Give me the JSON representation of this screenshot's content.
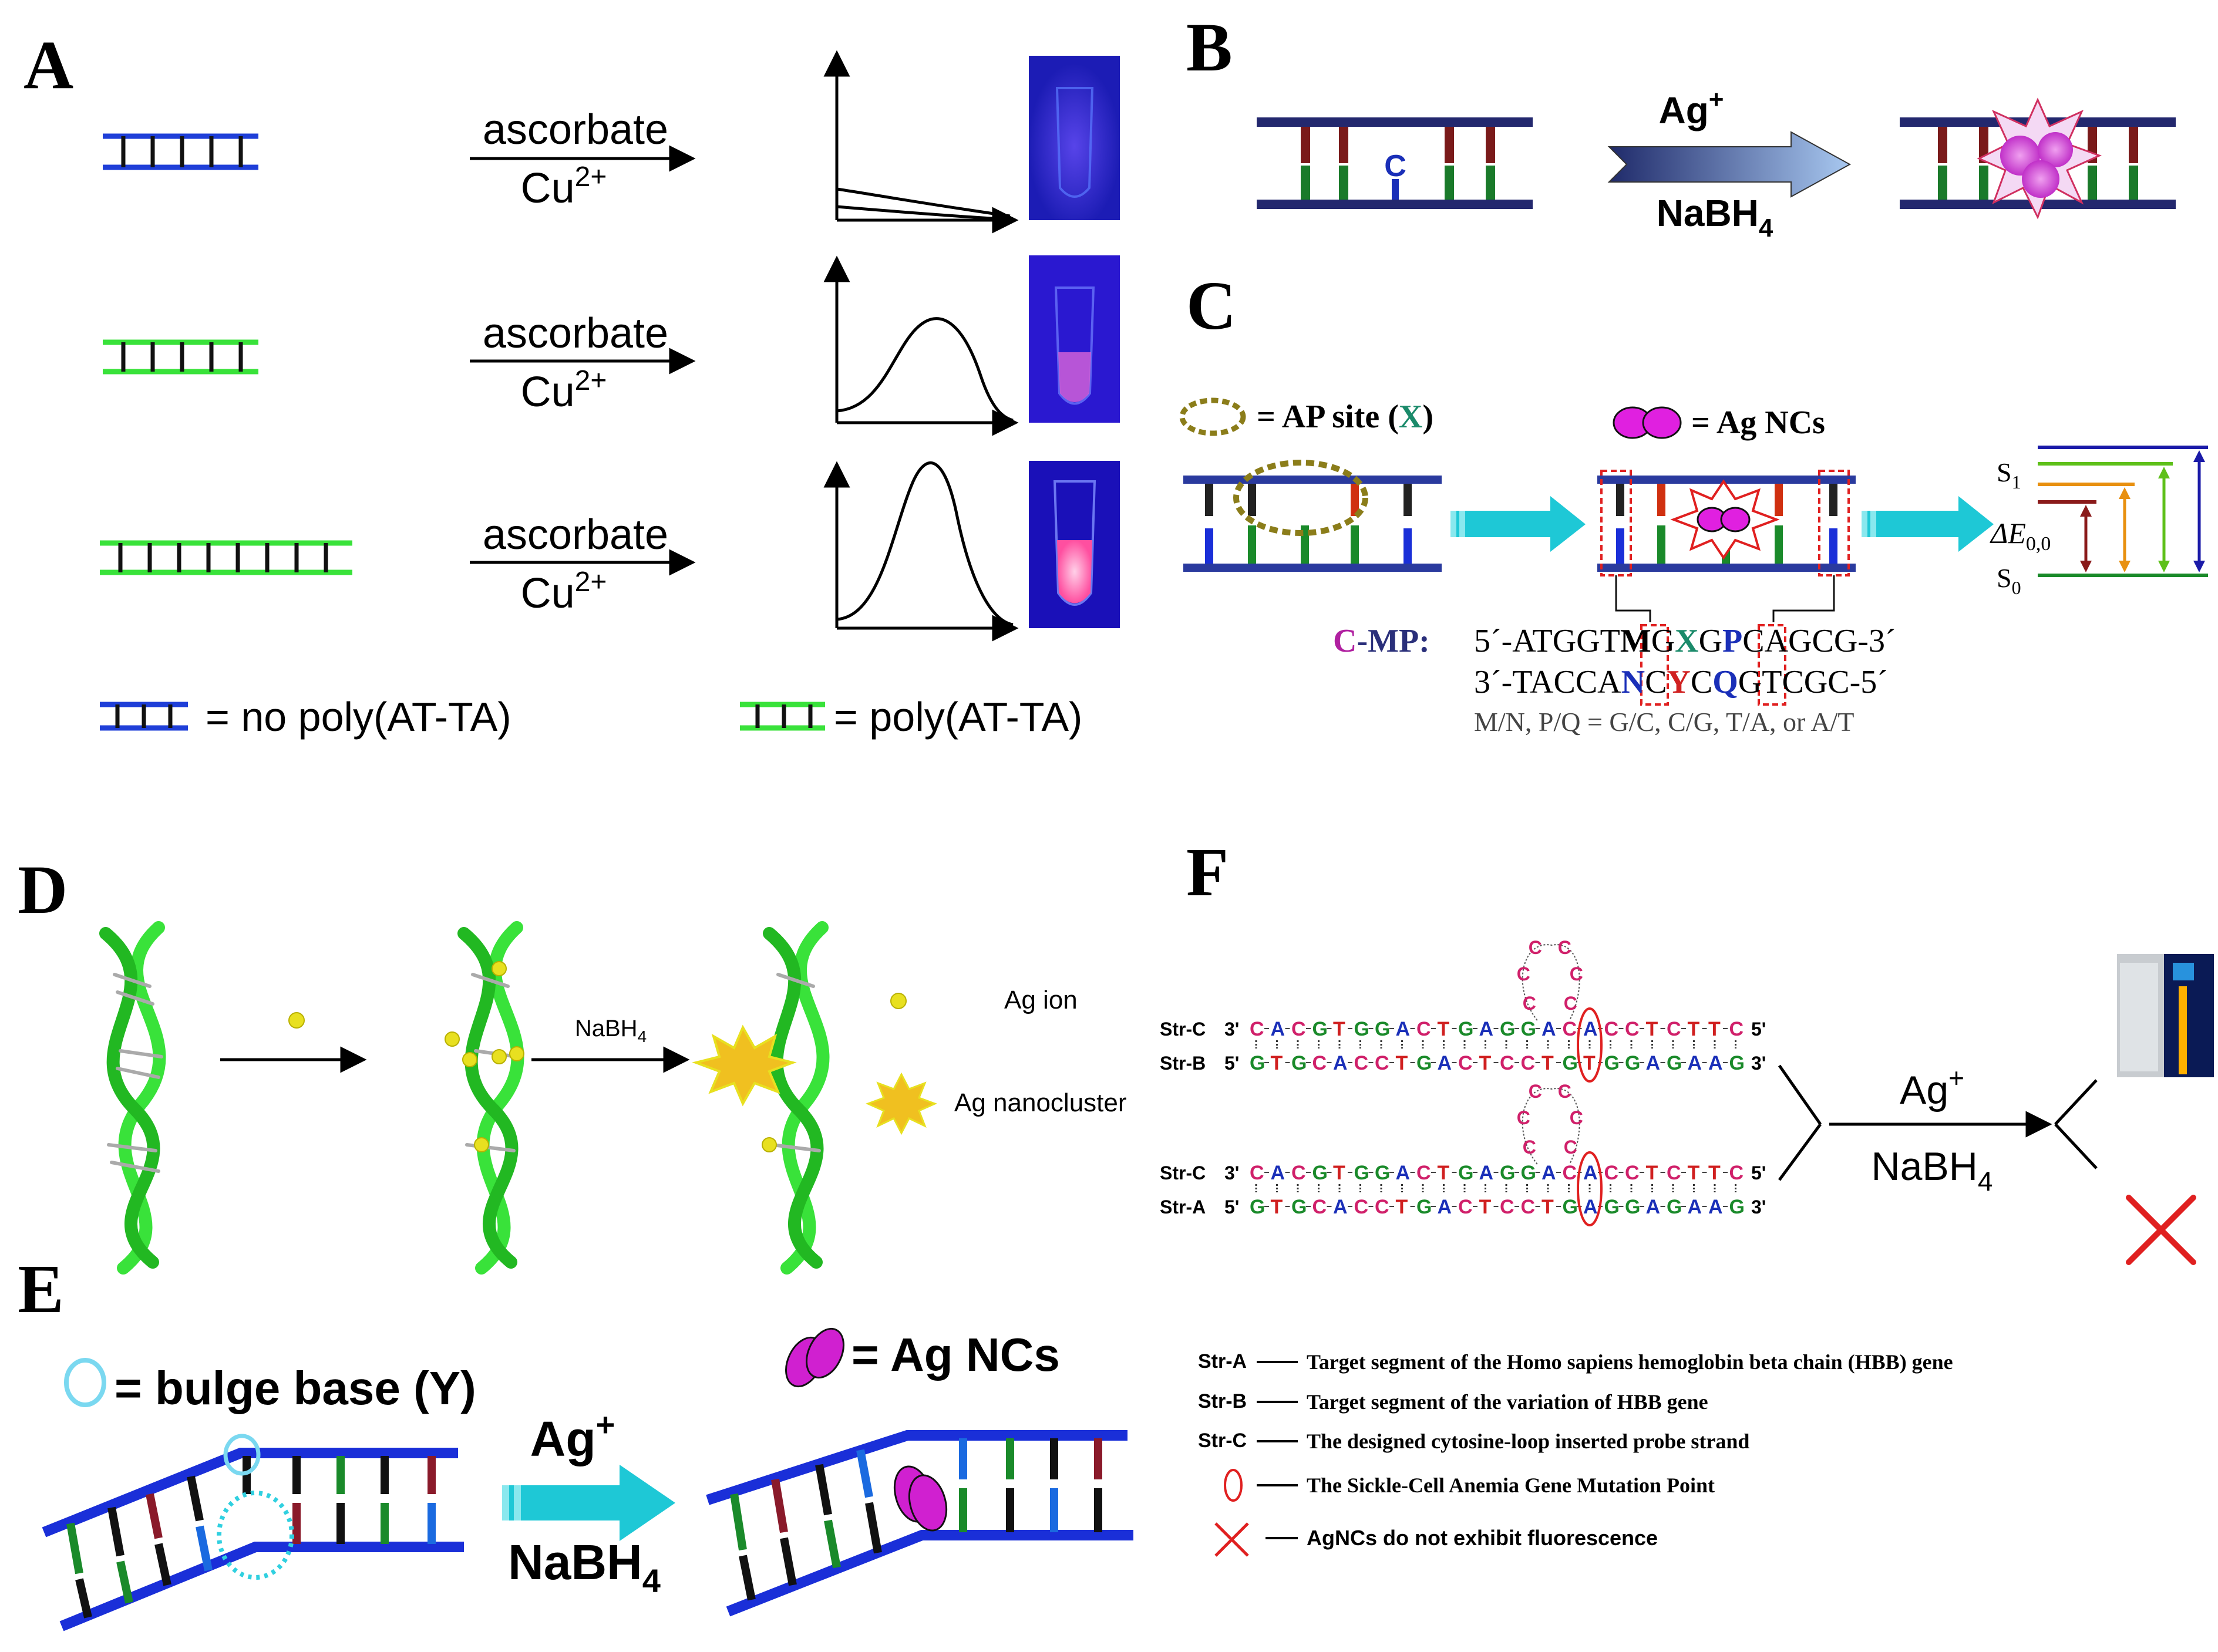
{
  "panels": {
    "A": {
      "letter": "A",
      "reagent_top": "ascorbate",
      "reagent_bottom": "Cu",
      "reagent_sup": "2+",
      "legend_none": "= no poly(AT-TA)",
      "legend_poly": "= poly(AT-TA)"
    },
    "B": {
      "letter": "B",
      "base": "C",
      "reagent_top": "Ag",
      "reagent_top_sup": "+",
      "reagent_bottom": "NaBH",
      "reagent_bottom_sub": "4"
    },
    "C": {
      "letter": "C",
      "legend_ap_prefix": "= AP site (",
      "legend_ap_x": "X",
      "legend_ap_suffix": ")",
      "legend_ag": "= Ag NCs",
      "s1": "S",
      "s1_sub": "1",
      "s0": "S",
      "s0_sub": "0",
      "delta_e": "ΔE",
      "delta_e_sub": "0,0",
      "cmp_c": "C",
      "cmp_rest": "-MP:",
      "seq1_a": "5´-ATGGT",
      "seq1_m": "M",
      "seq1_g": "G",
      "seq1_x": "X",
      "seq1_g2": "G",
      "seq1_p": "P",
      "seq1_b": "CAGCG-3´",
      "seq2_a": "3´-TACCA",
      "seq2_n": "N",
      "seq2_c": "C",
      "seq2_y": "Y",
      "seq2_c2": "C",
      "seq2_q": "Q",
      "seq2_b": "GTCGC-5´",
      "note": "M/N, P/Q = G/C, C/G, T/A, or A/T"
    },
    "D": {
      "letter": "D",
      "reagent": "NaBH",
      "reagent_sub": "4",
      "legend_ion": "Ag ion",
      "legend_cluster": "Ag nanocluster"
    },
    "E": {
      "letter": "E",
      "legend_bulge": "= bulge base (Y)",
      "legend_ag": "= Ag NCs",
      "reagent_top": "Ag",
      "reagent_top_sup": "+",
      "reagent_bottom": "NaBH",
      "reagent_bottom_sub": "4"
    },
    "F": {
      "letter": "F",
      "loop": [
        "C",
        "C",
        "C",
        "C",
        "C",
        "C"
      ],
      "strand_c_label": "Str-C",
      "strand_b_label": "Str-B",
      "strand_a_label": "Str-A",
      "strand_c_prefix": "3'",
      "strand_c_suffix": "5'",
      "strand_bottom_prefix": "5'",
      "strand_bottom_suffix": "3'",
      "strand_c": [
        "C",
        "A",
        "C",
        "G",
        "T",
        "G",
        "G",
        "A",
        "C",
        "T",
        "G",
        "A",
        "G",
        "G",
        "A",
        "C",
        "A",
        "C",
        "C",
        "T",
        "C",
        "T",
        "T",
        "C"
      ],
      "strand_b": [
        "G",
        "T",
        "G",
        "C",
        "A",
        "C",
        "C",
        "T",
        "G",
        "A",
        "C",
        "T",
        "C",
        "C",
        "T",
        "G",
        "T",
        "G",
        "G",
        "A",
        "G",
        "A",
        "A",
        "G"
      ],
      "strand_a": [
        "G",
        "T",
        "G",
        "C",
        "A",
        "C",
        "C",
        "T",
        "G",
        "A",
        "C",
        "T",
        "C",
        "C",
        "T",
        "G",
        "A",
        "G",
        "G",
        "A",
        "G",
        "A",
        "A",
        "G"
      ],
      "reagent_top": "Ag",
      "reagent_top_sup": "+",
      "reagent_bottom": "NaBH",
      "reagent_bottom_sub": "4",
      "legend": [
        {
          "key": "Str-A",
          "text": "Target segment of the Homo sapiens hemoglobin beta chain (HBB) gene"
        },
        {
          "key": "Str-B",
          "text": "Target segment of the variation of HBB gene"
        },
        {
          "key": "Str-C",
          "text": "The designed cytosine-loop inserted probe strand"
        },
        {
          "key": "",
          "text": "The Sickle-Cell Anemia Gene Mutation Point"
        },
        {
          "key": "",
          "text": "AgNCs do not exhibit fluorescence"
        }
      ]
    }
  },
  "colors": {
    "blue_strand": "#1f3fd8",
    "green_strand": "#39e23a",
    "navy": "#2a2f7a",
    "cyan_arrow": "#1ec8d6",
    "magenta": "#d61bd6",
    "red": "#e02020",
    "base_red": "#d0206a",
    "base_blue": "#1a2fb8",
    "base_green": "#1a8a2a",
    "olive": "#8b7d1a"
  }
}
